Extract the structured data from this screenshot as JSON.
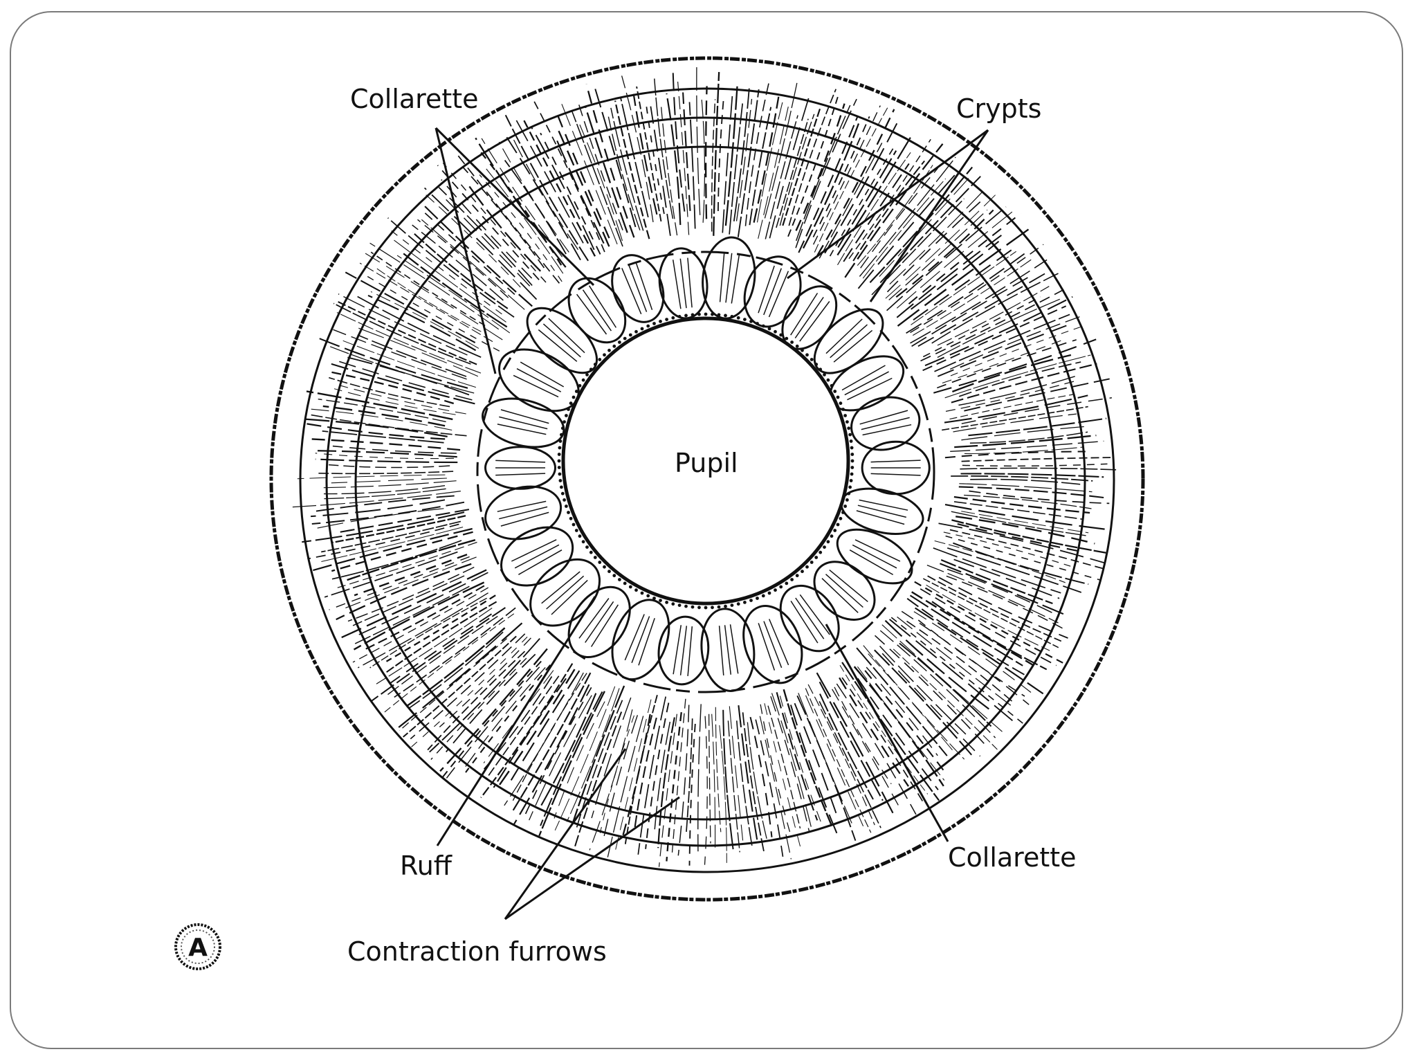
{
  "diagram": {
    "labels": {
      "collarette_top": "Collarette",
      "crypts": "Crypts",
      "pupil": "Pupil",
      "ruff": "Ruff",
      "collarette_bottom": "Collarette",
      "contraction_furrows": "Contraction furrows"
    },
    "badge": "A",
    "colors": {
      "ink": "#111111",
      "frame": "#7a7a7a",
      "background": "#ffffff"
    }
  }
}
